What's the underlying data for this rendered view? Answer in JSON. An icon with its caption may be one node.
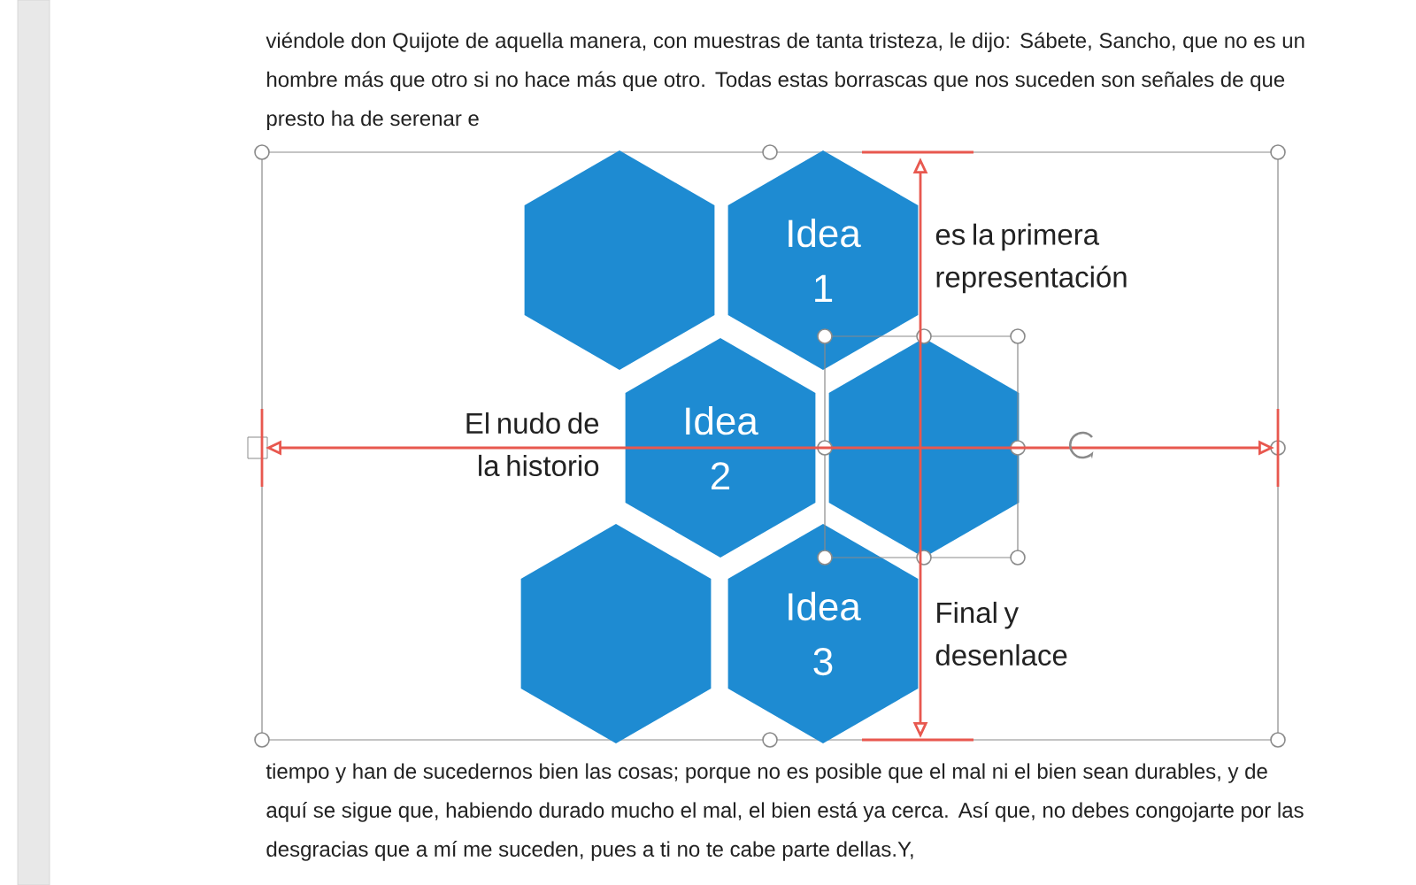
{
  "diagram": {
    "nodes": [
      {
        "text": [],
        "shape": "hexagon"
      },
      {
        "text": [
          "Idea 1"
        ],
        "beside": [
          "es la primera representación"
        ]
      },
      {
        "text": [
          "Idea 2"
        ],
        "beside": [
          "El nudo de la historio"
        ]
      },
      {
        "text": [],
        "shape": "hexagon"
      },
      {
        "text": [],
        "shape": "hexagon"
      },
      {
        "text": [
          "Idea 3"
        ],
        "beside": [
          "Final y desenlace"
        ]
      }
    ],
    "edges": [],
    "labels": [
      "viéndole don Quijote de aquella manera, con muestras de tanta tristeza, le dijo: Sábete, Sancho, que no es un hombre más que otro si no hace más que otro. Todas estas borrascas que nos suceden son señales de que presto ha de serenar e",
      "tiempo y han de sucedernos bien las cosas; porque no es posible que el mal ni el bien sean durables, y de aquí se sigue que, habiendo durado mucho el mal, el bien está ya cerca. Así que, no debes congojarte por las desgracias que a mí me suceden, pues a ti no te cabe parte dellas.Y,"
    ]
  }
}
